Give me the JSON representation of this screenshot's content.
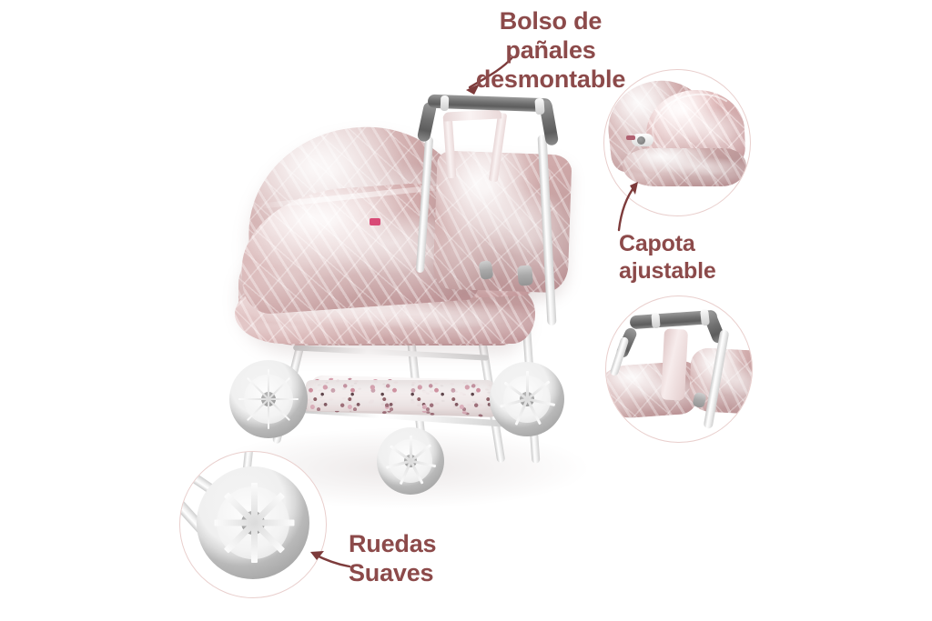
{
  "page": {
    "background_color": "#ffffff",
    "accent_text_color": "#8c4a4a",
    "circle_border_color": "#e9cfcd",
    "fabric_pink": "#c9a6a6",
    "frame_white": "#f2f2f2",
    "handle_grey": "#6f6f6f",
    "tire_grey": "#a8a8a8",
    "language": "es"
  },
  "product": {
    "type": "toy-doll-pram-stroller",
    "fabric": "quilted satin pink",
    "basket_print": "floral"
  },
  "callouts": [
    {
      "id": "diaper-bag",
      "label": "Bolso de pañales\ndesmontable",
      "arrow": "curved-down-left",
      "target": "handle-bar-diaper-bag"
    },
    {
      "id": "canopy",
      "label": "Capota\najustable",
      "arrow": "curved-up-right",
      "target": "canopy-hinge"
    },
    {
      "id": "wheels",
      "label": "Ruedas\nSuaves",
      "arrow": "curved-left",
      "target": "front-wheel"
    }
  ],
  "detail_circles": [
    {
      "id": "circle-canopy",
      "content": "quilted pink canopy hood open with adjustable hinge"
    },
    {
      "id": "circle-handle",
      "content": "grey foam handlebar with pink fabric strap and white frame"
    },
    {
      "id": "circle-wheel",
      "content": "grey rubber wheel with white spoked hub"
    }
  ]
}
